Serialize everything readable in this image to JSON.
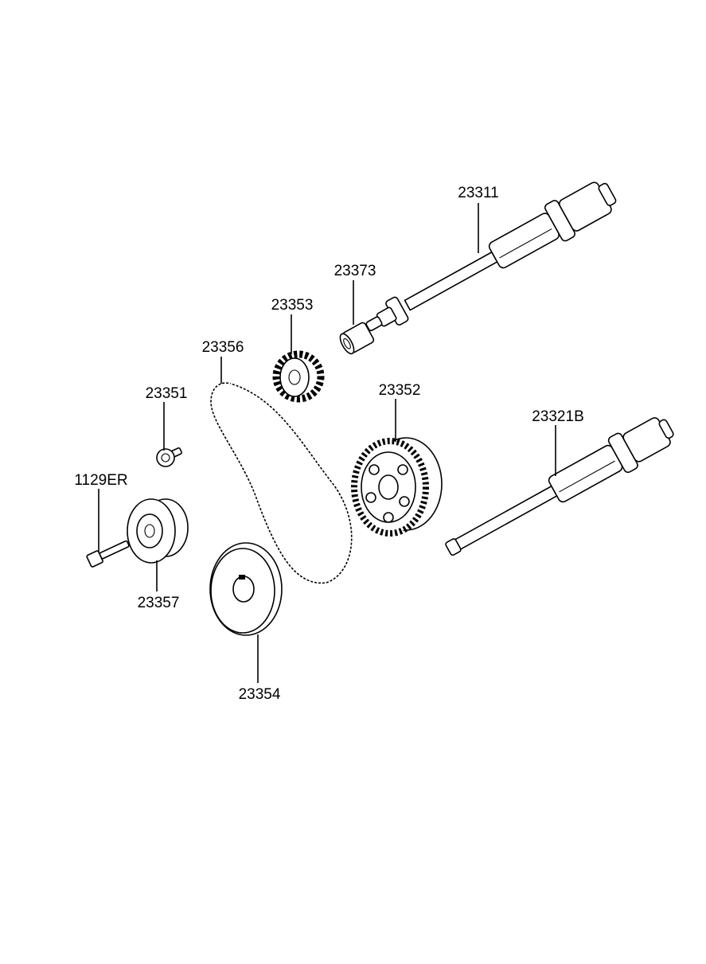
{
  "parts": [
    {
      "id": "shaft-upper",
      "number": "23311"
    },
    {
      "id": "bushing",
      "number": "23373"
    },
    {
      "id": "small-sprocket",
      "number": "23353"
    },
    {
      "id": "timing-belt",
      "number": "23356"
    },
    {
      "id": "large-sprocket",
      "number": "23352"
    },
    {
      "id": "shaft-lower",
      "number": "23321B"
    },
    {
      "id": "small-bolt",
      "number": "23351"
    },
    {
      "id": "long-bolt",
      "number": "1129ER"
    },
    {
      "id": "idler-pulley",
      "number": "23357"
    },
    {
      "id": "crank-pulley",
      "number": "23354"
    }
  ]
}
